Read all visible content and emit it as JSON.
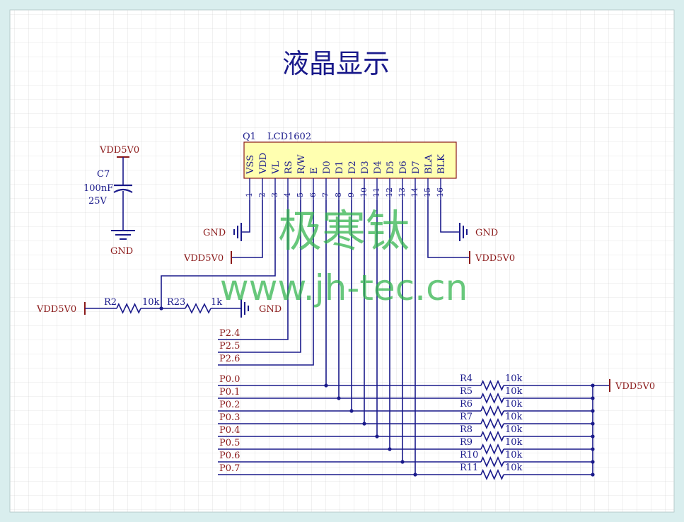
{
  "title": "液晶显示",
  "watermark": {
    "brand": "极寒钛",
    "url": "www.jh-tec.cn"
  },
  "lcd": {
    "designator": "Q1",
    "part": "LCD1602",
    "pins": [
      {
        "num": "1",
        "name": "VSS"
      },
      {
        "num": "2",
        "name": "VDD"
      },
      {
        "num": "3",
        "name": "VL"
      },
      {
        "num": "4",
        "name": "RS"
      },
      {
        "num": "5",
        "name": "R/W"
      },
      {
        "num": "6",
        "name": "E"
      },
      {
        "num": "7",
        "name": "D0"
      },
      {
        "num": "8",
        "name": "D1"
      },
      {
        "num": "9",
        "name": "D2"
      },
      {
        "num": "10",
        "name": "D3"
      },
      {
        "num": "11",
        "name": "D4"
      },
      {
        "num": "12",
        "name": "D5"
      },
      {
        "num": "13",
        "name": "D6"
      },
      {
        "num": "14",
        "name": "D7"
      },
      {
        "num": "15",
        "name": "BLA"
      },
      {
        "num": "16",
        "name": "BLK"
      }
    ]
  },
  "capacitor": {
    "designator": "C7",
    "value": "100nF",
    "voltage": "25V"
  },
  "nets": {
    "vdd": "VDD5V0",
    "gnd": "GND"
  },
  "contrast": {
    "r_top": "R2",
    "r_top_value": "10k",
    "r_bottom": "R23",
    "r_bottom_value": "1k"
  },
  "control_ports": [
    "P2.4",
    "P2.5",
    "P2.6"
  ],
  "data_ports": [
    "P0.0",
    "P0.1",
    "P0.2",
    "P0.3",
    "P0.4",
    "P0.5",
    "P0.6",
    "P0.7"
  ],
  "pullups": [
    {
      "ref": "R4",
      "value": "10k"
    },
    {
      "ref": "R5",
      "value": "10k"
    },
    {
      "ref": "R6",
      "value": "10k"
    },
    {
      "ref": "R7",
      "value": "10k"
    },
    {
      "ref": "R8",
      "value": "10k"
    },
    {
      "ref": "R9",
      "value": "10k"
    },
    {
      "ref": "R10",
      "value": "10k"
    },
    {
      "ref": "R11",
      "value": "10k"
    }
  ],
  "colors": {
    "wire": "#1a1a8b",
    "net_label": "#8b1a1a",
    "lcd_fill": "#ffffb0",
    "watermark": "#2fb34a",
    "grid": "#c4c4c4"
  }
}
